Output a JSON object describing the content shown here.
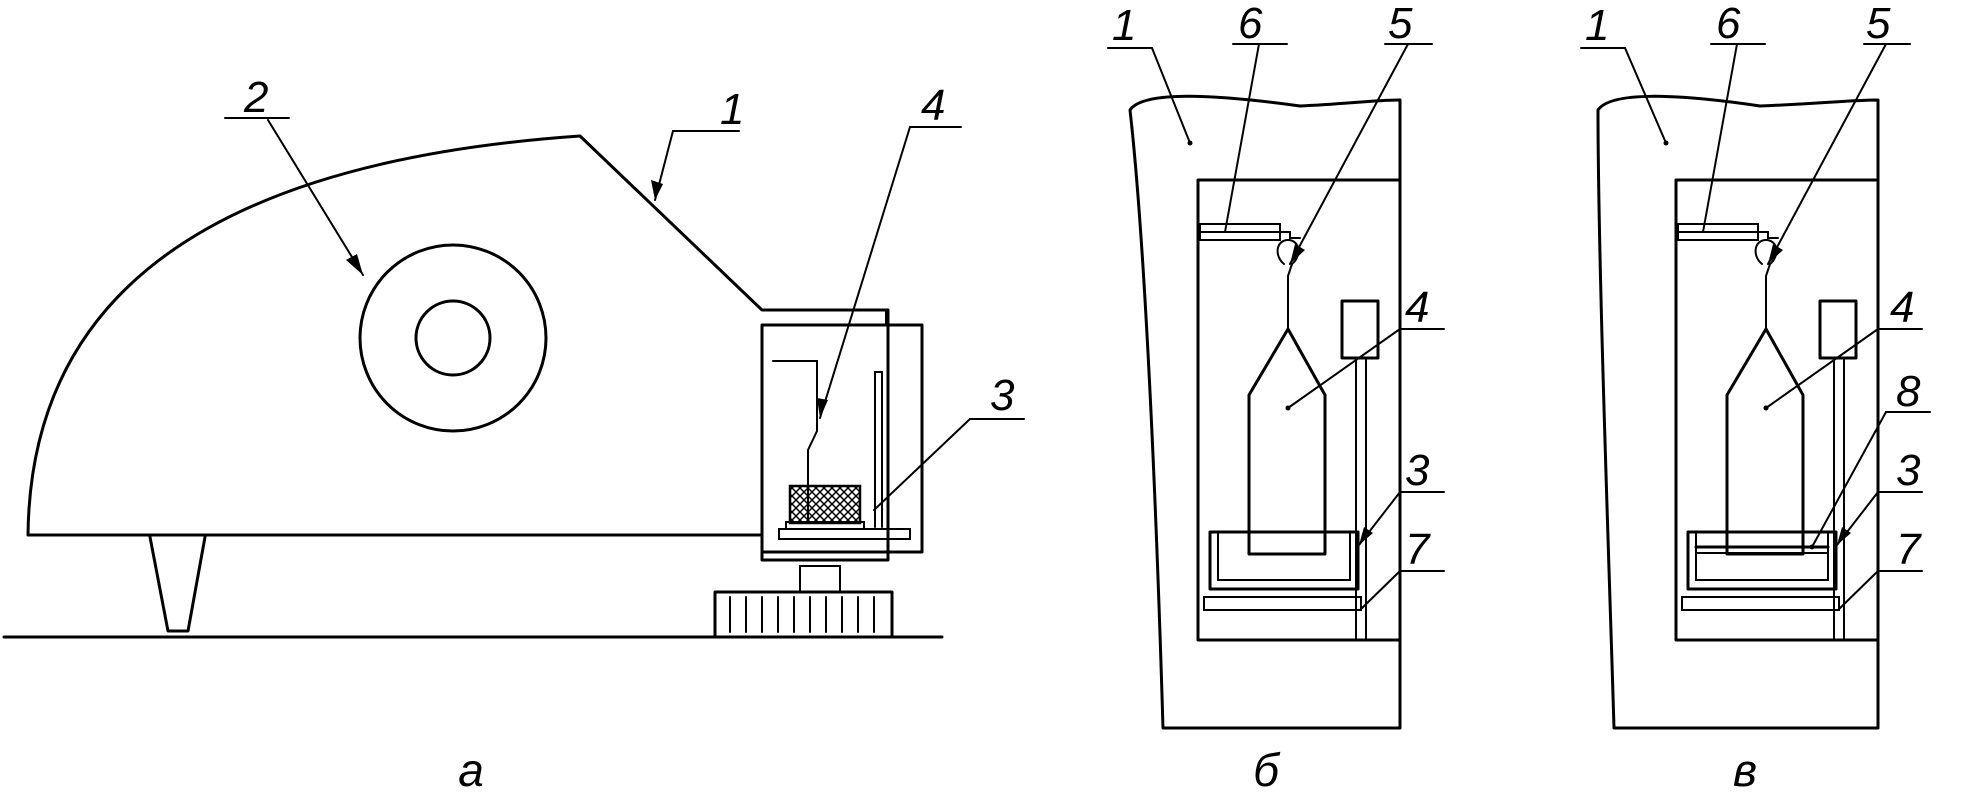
{
  "panels": [
    {
      "caption": "а",
      "callouts": [
        {
          "id": "1",
          "text": "1"
        },
        {
          "id": "2",
          "text": "2"
        },
        {
          "id": "3",
          "text": "3"
        },
        {
          "id": "4",
          "text": "4"
        }
      ]
    },
    {
      "caption": "б",
      "callouts": [
        {
          "id": "1",
          "text": "1"
        },
        {
          "id": "3",
          "text": "3"
        },
        {
          "id": "4",
          "text": "4"
        },
        {
          "id": "5",
          "text": "5"
        },
        {
          "id": "6",
          "text": "6"
        },
        {
          "id": "7",
          "text": "7"
        }
      ]
    },
    {
      "caption": "в",
      "callouts": [
        {
          "id": "1",
          "text": "1"
        },
        {
          "id": "3",
          "text": "3"
        },
        {
          "id": "4",
          "text": "4"
        },
        {
          "id": "5",
          "text": "5"
        },
        {
          "id": "6",
          "text": "6"
        },
        {
          "id": "7",
          "text": "7"
        },
        {
          "id": "8",
          "text": "8"
        }
      ]
    }
  ]
}
